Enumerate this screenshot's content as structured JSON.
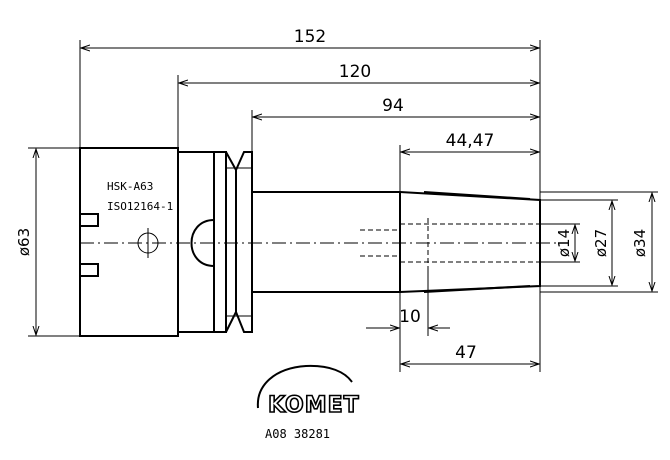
{
  "dimensions": {
    "len_152": "152",
    "len_120": "120",
    "len_94": "94",
    "len_44_47": "44,47",
    "len_10": "10",
    "len_47": "47",
    "dia_63": "ø63",
    "dia_14": "ø14",
    "dia_27": "ø27",
    "dia_34": "ø34"
  },
  "part_labels": {
    "interface": "HSK-A63",
    "standard": "ISO12164-1"
  },
  "brand": {
    "logo": "KOMET",
    "order_number": "A08 38281"
  }
}
